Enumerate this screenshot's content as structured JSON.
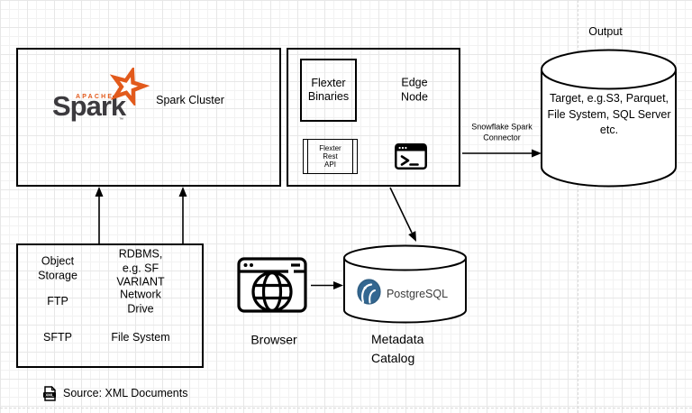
{
  "nodes": {
    "spark_cluster": {
      "label": "Spark Cluster",
      "logo_apache": "APACHE",
      "logo_spark": "Spark",
      "logo_tm": "™"
    },
    "edge_node": {
      "label": "Edge Node",
      "flexter_binaries": "Flexter\nBinaries",
      "flexter_rest_api": "Flexter\nRest\nAPI"
    },
    "output_db": {
      "title": "Output",
      "content": "Target, e.g.S3, Parquet,\nFile System, SQL Server\netc."
    },
    "source_systems": {
      "rows": [
        {
          "left": "Object\nStorage",
          "right": "RDBMS, e.g. SF\nVARIANT"
        },
        {
          "left": "FTP",
          "right": "Network Drive"
        },
        {
          "left": "SFTP",
          "right": "File System"
        }
      ]
    },
    "browser": {
      "label": "Browser"
    },
    "metadata_catalog": {
      "label": "Metadata\nCatalog",
      "engine": "PostgreSQL"
    },
    "xml_note": {
      "label": "Source: XML Documents",
      "icon_text": "XML"
    }
  },
  "edges": {
    "snowflake_connector_label": "Snowflake Spark\nConnector"
  },
  "icons": {
    "spark_star": "spark-star-icon",
    "terminal": "terminal-window-icon",
    "browser": "browser-globe-icon",
    "postgresql": "postgresql-elephant-icon",
    "xml_file": "xml-file-icon"
  },
  "colors": {
    "spark_orange": "#E25A1C",
    "spark_text": "#3C3A3E",
    "postgres_blue": "#336791",
    "shape_stroke": "#000000",
    "grid_minor": "#F2F2F2",
    "grid_major": "#E7E7E7",
    "page_break": "#DADADA"
  }
}
